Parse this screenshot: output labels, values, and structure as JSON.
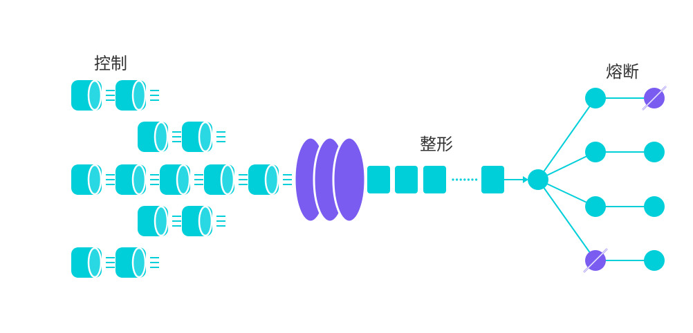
{
  "labels": {
    "control": "控制",
    "shaping": "整形",
    "fuse": "熔断"
  },
  "colors": {
    "cyan": "#00CFDA",
    "cyan_light": "#29D8E2",
    "purple": "#7B5CF0",
    "purple_light": "#9B84F6",
    "line": "#00CFDA",
    "text": "#333333"
  },
  "icons": {
    "request_packet": "cylinder-with-motion-lines",
    "bucket": "stacked-purple-discs",
    "queue_item": "rounded-square",
    "service_node": "circle",
    "broken_node": "circle-with-slash"
  }
}
